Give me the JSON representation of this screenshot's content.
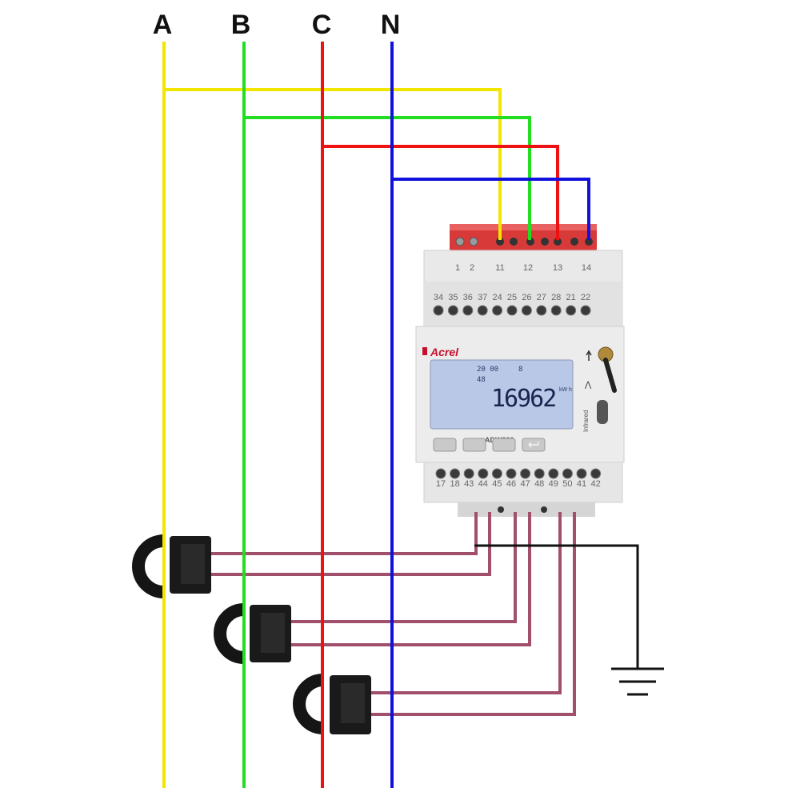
{
  "phases": [
    {
      "label": "A",
      "color": "#f2e600"
    },
    {
      "label": "B",
      "color": "#22dd22"
    },
    {
      "label": "C",
      "color": "#ee1111"
    },
    {
      "label": "N",
      "color": "#1111dd"
    }
  ],
  "top_terminals": [
    "1",
    "2",
    "11",
    "12",
    "13",
    "14"
  ],
  "mid_terminals": [
    "34",
    "35",
    "36",
    "37",
    "24",
    "25",
    "26",
    "27",
    "28",
    "21",
    "22"
  ],
  "bottom_terminals": [
    "17",
    "18",
    "43",
    "44",
    "45",
    "46",
    "47",
    "48",
    "49",
    "50",
    "41",
    "42"
  ],
  "meter": {
    "brand": "Acrel",
    "model": "ADW300",
    "display_line1a": "20 00",
    "display_line1b": "8",
    "display_line2": "48",
    "display_value": "16962",
    "display_unit": "kW h",
    "infrared": "Infrared",
    "signal_glyph": "⋀"
  },
  "colors": {
    "ct_wire": "#a0506a",
    "ground": "#111111",
    "terminal_red": "#d83a3a",
    "meter_body": "#e6e6e6",
    "lcd": "#b9c8e6"
  }
}
